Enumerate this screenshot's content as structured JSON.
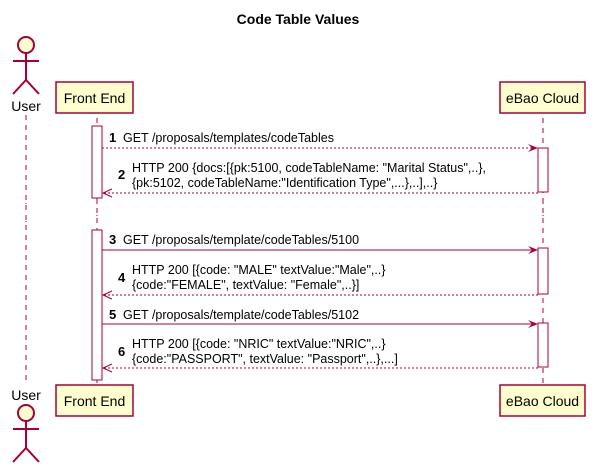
{
  "title": "Code Table Values",
  "participants": {
    "user": "User",
    "front_end": "Front End",
    "ebao": "eBao Cloud"
  },
  "colors": {
    "line": "#A80036",
    "box_fill": "#FEFECE",
    "background": "#FFFFFF"
  },
  "messages": [
    {
      "num": "1",
      "lines": [
        "GET /proposals/templates/codeTables"
      ],
      "direction": "request",
      "style": "dashed"
    },
    {
      "num": "2",
      "lines": [
        "HTTP 200 {docs:[{pk:5100, codeTableName: \"Marital Status\",..},",
        "{pk:5102, codeTableName:\"Identification Type\",...},..],..}"
      ],
      "direction": "response",
      "style": "dashed"
    },
    {
      "num": "3",
      "lines": [
        "GET /proposals/template/codeTables/5100"
      ],
      "direction": "request",
      "style": "solid"
    },
    {
      "num": "4",
      "lines": [
        "HTTP 200 [{code: \"MALE\" textValue:\"Male\",..}",
        "{code:\"FEMALE\", textValue: \"Female\",..}]"
      ],
      "direction": "response",
      "style": "dashed"
    },
    {
      "num": "5",
      "lines": [
        "GET /proposals/template/codeTables/5102"
      ],
      "direction": "request",
      "style": "solid"
    },
    {
      "num": "6",
      "lines": [
        "HTTP 200 [{code: \"NRIC\" textValue:\"NRIC\",..}",
        "{code:\"PASSPORT\", textValue: \"Passport\",..},...]"
      ],
      "direction": "response",
      "style": "dashed"
    }
  ]
}
